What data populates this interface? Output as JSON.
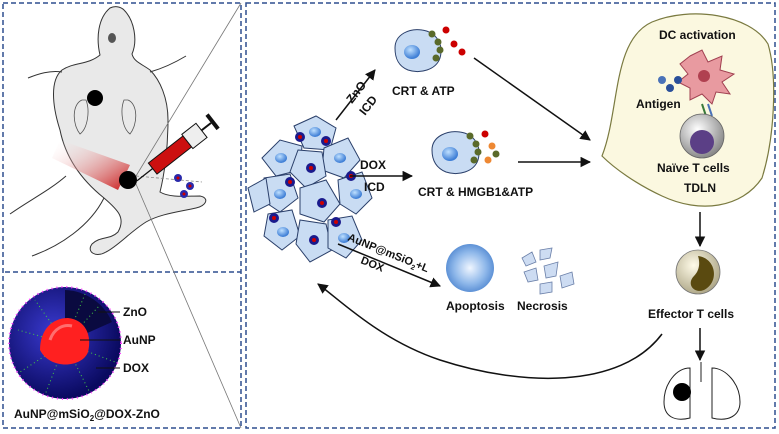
{
  "labels": {
    "zno_arrow": "ZnO",
    "icd_top": "ICD",
    "crt_atp": "CRT & ATP",
    "dox_arrow": "DOX",
    "icd_mid": "ICD",
    "crt_hmgb1_atp": "CRT & HMGB1&ATP",
    "aunp_msio2_l_base": "AuNP@mSiO",
    "aunp_msio2_l_sub": "2",
    "aunp_msio2_l_tail": "+L",
    "dox_bottom": "DOX",
    "apoptosis": "Apoptosis",
    "necrosis": "Necrosis",
    "dc_activation": "DC activation",
    "antigen": "Antigen",
    "naive_t_cells": "Naïve T cells",
    "tdln": "TDLN",
    "effector_t_cells": "Effector T cells",
    "legend_zno": "ZnO",
    "legend_aunp": "AuNP",
    "legend_dox": "DOX",
    "np_name_base": "AuNP@mSiO",
    "np_name_sub": "2",
    "np_name_tail": "@DOX-ZnO"
  },
  "colors": {
    "panel_border": "#2f4f8f",
    "cell_fill": "#c9dcf3",
    "nucleus": "#4a90e2",
    "dox_dot": "#1a1a8c",
    "dox_core": "#cc0000",
    "atp_red": "#cc0000",
    "crt_green": "#5a6a2a",
    "hmgb1_orange": "#ee8833",
    "dc_pink": "#e89aa0",
    "tdln_fill": "#fbf8e0",
    "np_shell": "#1a1a9a",
    "np_core": "#ff2020",
    "zno_pink": "#ff33ff"
  }
}
